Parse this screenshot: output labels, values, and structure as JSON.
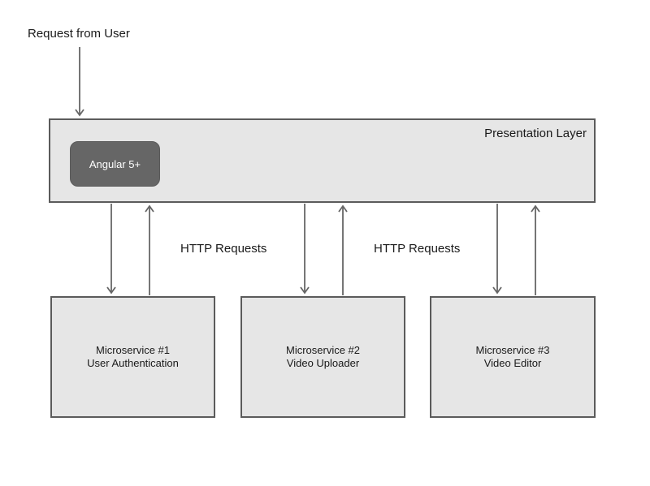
{
  "diagram": {
    "request_label": "Request from User",
    "presentation": {
      "label": "Presentation Layer",
      "angular_label": "Angular 5+"
    },
    "http_labels": {
      "left": "HTTP Requests",
      "right": "HTTP Requests"
    },
    "microservices": [
      {
        "line1": "Microservice #1",
        "line2": "User Authentication"
      },
      {
        "line1": "Microservice #2",
        "line2": "Video Uploader"
      },
      {
        "line1": "Microservice #3",
        "line2": "Video Editor"
      }
    ],
    "colors": {
      "box_fill": "#e6e6e6",
      "box_border": "#5b5b5b",
      "angular_fill": "#666666",
      "angular_text": "#ffffff",
      "arrow": "#666666",
      "text": "#1a1a1a",
      "background": "#ffffff"
    }
  }
}
